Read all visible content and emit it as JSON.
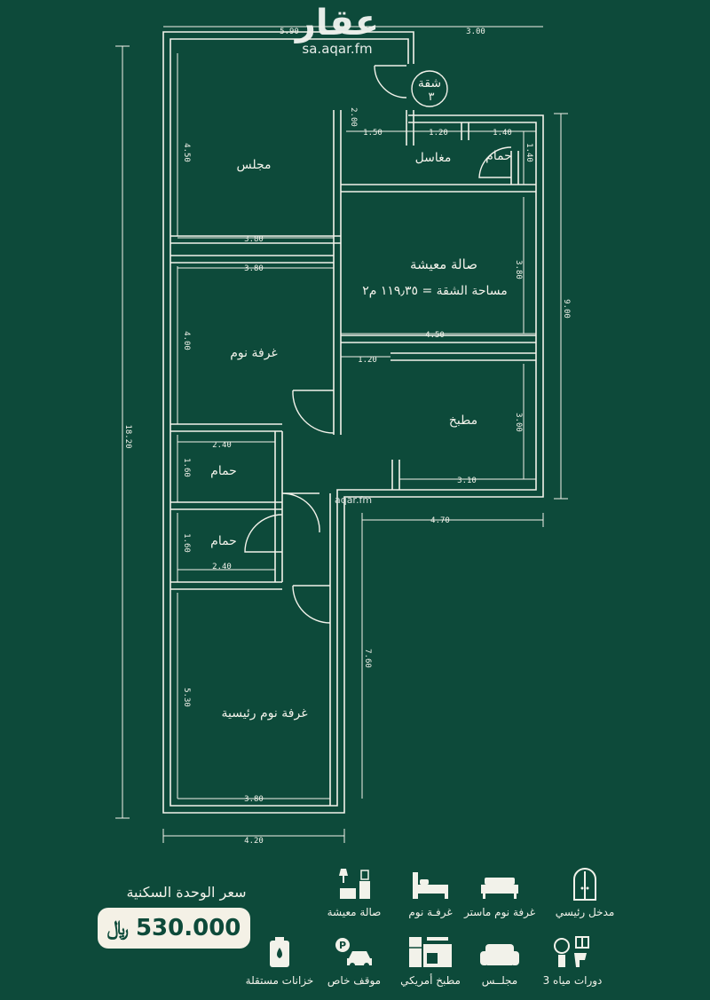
{
  "logo": {
    "word": "عقار",
    "url": "sa.aqar.fm"
  },
  "unit_badge": {
    "line1": "شقة",
    "line2": "٣"
  },
  "watermark": "aqar.fm",
  "rooms": {
    "majlis": "مجلس",
    "laundry": "مغاسل",
    "bath_top": "حمام",
    "living": "صالة معيشة",
    "area": "مساحة الشقة = ١١٩٫٣٥ م٢",
    "bedroom": "غرفة نوم",
    "kitchen": "مطبخ",
    "bath_1": "حمام",
    "bath_2": "حمام",
    "master": "غرفة نوم رئيسية"
  },
  "dimensions": {
    "top_left": "5.90",
    "top_right": "3.00",
    "majlis_h": "4.50",
    "majlis_w": "3.80",
    "bed_w": "3.80",
    "bed_h": "4.00",
    "total_h": "18.20",
    "entry_h": "2.00",
    "laundry_w": "1.50",
    "bath_top_w": "1.20",
    "bath_top_w2": "1.40",
    "bath_top_h": "1.40",
    "living_h": "3.80",
    "right_h": "9.00",
    "living_w": "4.50",
    "kitchen_opening": "1.20",
    "kitchen_h": "3.00",
    "kitchen_w": "3.10",
    "bath1_w": "2.40",
    "bath1_h": "1.60",
    "bath2_h": "1.60",
    "bath2_w": "2.40",
    "right_w": "4.70",
    "lower_h": "7.60",
    "master_h": "5.30",
    "master_w": "3.80",
    "bottom_w": "4.20"
  },
  "price": {
    "label": "سعر الوحدة السكنية",
    "value": "530.000",
    "currency": "﷼"
  },
  "features": [
    {
      "label": "مدخل رئيسي",
      "icon": "door-icon"
    },
    {
      "label": "غرفة نوم ماستر",
      "icon": "master-bed-icon"
    },
    {
      "label": "غرفـة نوم",
      "icon": "bed-icon"
    },
    {
      "label": "صالة معيشة",
      "icon": "living-room-icon"
    },
    {
      "label": "3 دورات مياه",
      "icon": "bathroom-icon"
    },
    {
      "label": "مجلــس",
      "icon": "sofa-icon"
    },
    {
      "label": "مطبخ أمريكي",
      "icon": "kitchen-icon"
    },
    {
      "label": "موقف خاص",
      "icon": "parking-icon"
    },
    {
      "label": "خزانات مستقلة",
      "icon": "water-tank-icon"
    }
  ],
  "colors": {
    "background": "#0d4a3a",
    "lines": "#f2f2ea",
    "price_box": "#f4f1e6"
  }
}
